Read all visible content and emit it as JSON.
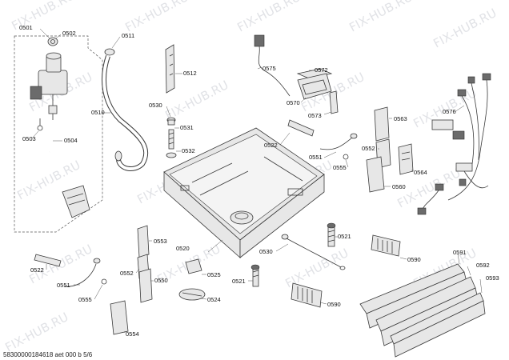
{
  "watermark": "FIX-HUB.RU",
  "footer": "58300000184618 aet 000 b 5/6",
  "labels": {
    "p0501": "0501",
    "p0502": "0502",
    "p0503": "0503",
    "p0504": "0504",
    "p0510": "0510",
    "p0511": "0511",
    "p0512": "0512",
    "p0530a": "0530",
    "p0531": "0531",
    "p0532": "0532",
    "p0575": "0575",
    "p0572": "0572",
    "p0570": "0570",
    "p0573": "0573",
    "p0576": "0576",
    "p0563": "0563",
    "p0522a": "0522",
    "p0551a": "0551",
    "p0555a": "0555",
    "p0552a": "0552",
    "p0564": "0564",
    "p0560": "0560",
    "p0553": "0553",
    "p0552b": "0552",
    "p0550": "0550",
    "p0520": "0520",
    "p0522b": "0522",
    "p0551b": "0551",
    "p0555b": "0555",
    "p0554": "0554",
    "p0525": "0525",
    "p0524": "0524",
    "p0521a": "0521",
    "p0521b": "0521",
    "p0530b": "0530",
    "p0590a": "0590",
    "p0590b": "0590",
    "p0591": "0591",
    "p0592": "0592",
    "p0593": "0593"
  }
}
